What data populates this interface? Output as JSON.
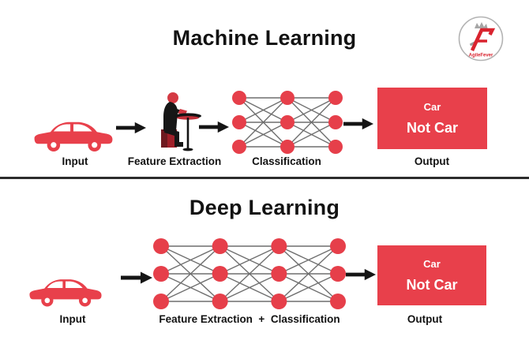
{
  "colors": {
    "accent_red": "#e8404b",
    "node_red": "#e63f4a",
    "line_grey": "#6f6f6f",
    "text_black": "#121212",
    "divider": "#2c2c2c",
    "logo_red": "#d9232e",
    "logo_grey": "#a6a6a6"
  },
  "logo": {
    "text": "AgileFever"
  },
  "ml": {
    "title": "Machine Learning",
    "labels": [
      "Input",
      "Feature Extraction",
      "Classification",
      "Output"
    ],
    "network": {
      "columns": 3,
      "rows": 3
    },
    "output_box": {
      "line1": "Car",
      "line2": "Not Car"
    }
  },
  "dl": {
    "title": "Deep Learning",
    "labels": [
      "Input",
      "Feature Extraction  +  Classification",
      "Output"
    ],
    "network": {
      "columns": 4,
      "rows": 3
    },
    "output_box": {
      "line1": "Car",
      "line2": "Not Car"
    }
  }
}
